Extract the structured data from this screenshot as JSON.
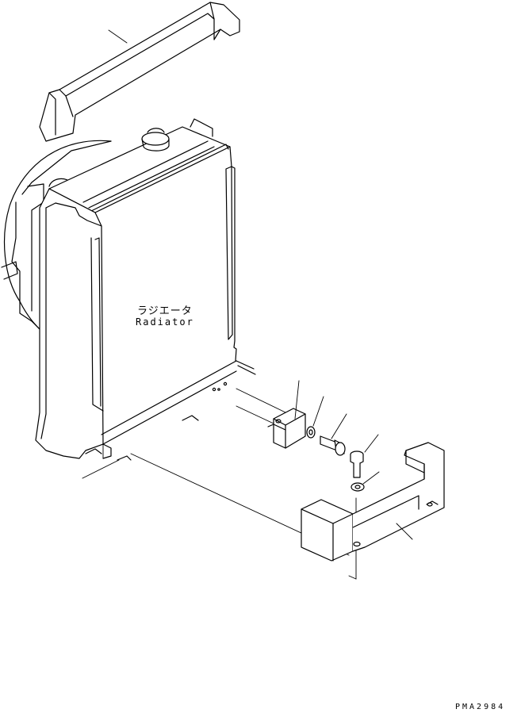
{
  "labels": {
    "radiator_jp": "ラジエータ",
    "radiator_en": "Radiator"
  },
  "drawing_code": "PMA2984"
}
